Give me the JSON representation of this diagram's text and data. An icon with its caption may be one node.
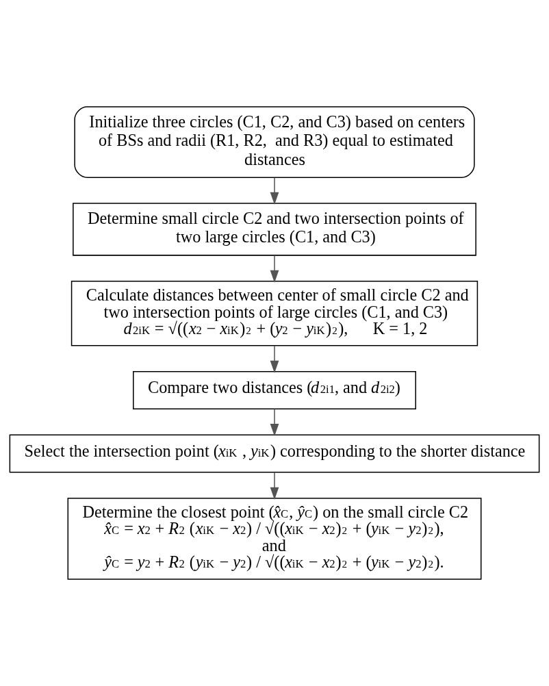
{
  "diagram": {
    "nodes": [
      {
        "text": [
          "Initialize three circles (C1, C2, and C3) based on centers of BSs and radii (R1, R2,  and R3) equal to estimated distances"
        ]
      },
      {
        "text": [
          "Determine small circle C2 and two intersection points of two large circles (C1, and C3)"
        ]
      },
      {
        "text": [
          "Calculate distances between center of small circle C2 and two intersection points of large circles (C1, and C3)",
          "*d*$_{2iK}$ = √((*x*$_{2}$ − *x*$_{iK}$)$^{2}$ + (*y*$_{2}$ − *y*$_{iK}$)$^{2}$),      K = 1, 2"
        ]
      },
      {
        "text": [
          "Compare two distances (*d*$_{2i1}$, and *d*$_{2i2}$)"
        ]
      },
      {
        "text": [
          "Select the intersection point (*x*$_{iK}$ , *y*$_{iK}$) corresponding to the shorter distance"
        ]
      },
      {
        "text": [
          "Determine the closest point (*x̂*$_{C}$, *ŷ*$_{C}$) on the small circle C2",
          "*x̂*$_{C}$ = *x*$_{2}$ + *R*$_{2}$ (*x*$_{iK}$ − *x*$_{2}$) / √((*x*$_{iK}$ − *x*$_{2}$)$^{2}$ + (*y*$_{iK}$ − *y*$_{2}$)$^{2}$),",
          "and",
          "*ŷ*$_{C}$ = *y*$_{2}$ + *R*$_{2}$ (*y*$_{iK}$ − *y*$_{2}$) / √((*x*$_{iK}$ − *x*$_{2}$)$^{2}$ + (*y*$_{iK}$ − *y*$_{2}$)$^{2}$)."
        ]
      }
    ],
    "edges": [
      {
        "from": 0,
        "to": 1,
        "arrow": "to"
      },
      {
        "from": 1,
        "to": 2,
        "arrow": "to"
      },
      {
        "from": 2,
        "to": 3,
        "arrow": "to"
      },
      {
        "from": 3,
        "to": 4,
        "arrow": "to"
      },
      {
        "from": 4,
        "to": 5,
        "arrow": "to"
      }
    ]
  }
}
